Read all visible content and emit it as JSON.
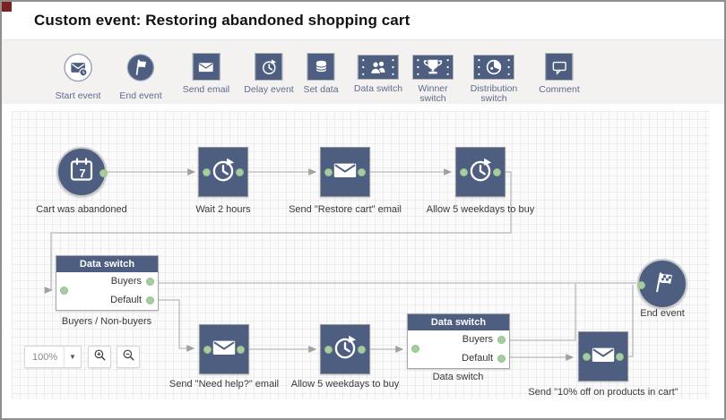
{
  "window": {
    "title": "Custom event: Restoring abandoned shopping cart"
  },
  "toolbar": {
    "items": [
      {
        "label": "Start event"
      },
      {
        "label": "End event"
      },
      {
        "label": "Send email"
      },
      {
        "label": "Delay event"
      },
      {
        "label": "Set data"
      },
      {
        "label": "Data switch"
      },
      {
        "label": "Winner switch"
      },
      {
        "label": "Distribution switch"
      },
      {
        "label": "Comment"
      }
    ]
  },
  "canvas": {
    "nodes": {
      "start": {
        "label": "Cart was abandoned"
      },
      "wait2h": {
        "label": "Wait 2 hours"
      },
      "restore_email": {
        "label": "Send \"Restore cart\" email"
      },
      "allow5_top": {
        "label": "Allow 5 weekdays to buy"
      },
      "ds1": {
        "header": "Data switch",
        "outputs": [
          "Buyers",
          "Default"
        ],
        "caption": "Buyers / Non-buyers"
      },
      "need_help_email": {
        "label": "Send \"Need help?\" email"
      },
      "allow5_bottom": {
        "label": "Allow 5 weekdays to buy"
      },
      "ds2": {
        "header": "Data switch",
        "outputs": [
          "Buyers",
          "Default"
        ],
        "caption": "Data switch"
      },
      "discount_email": {
        "label": "Send \"10% off on products in cart\""
      },
      "end": {
        "label": "End event"
      }
    },
    "zoom": {
      "value": "100%"
    }
  },
  "colors": {
    "node_blue": "#4d5e80",
    "port_green": "#a6cd9f",
    "connector_gray": "#b9b9b9",
    "toolbar_label": "#5e6b8c",
    "corner_marker": "#7a2121"
  }
}
